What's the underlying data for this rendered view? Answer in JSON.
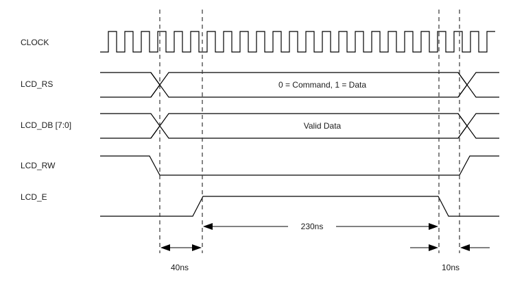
{
  "signals": {
    "clock": "CLOCK",
    "rs": "LCD_RS",
    "db": "LCD_DB [7:0]",
    "rw": "LCD_RW",
    "e": "LCD_E"
  },
  "annotations": {
    "rs_meaning": "0 = Command, 1 = Data",
    "db_meaning": "Valid Data"
  },
  "timing": {
    "setup": "40ns",
    "pulse_width": "230ns",
    "hold": "10ns"
  }
}
